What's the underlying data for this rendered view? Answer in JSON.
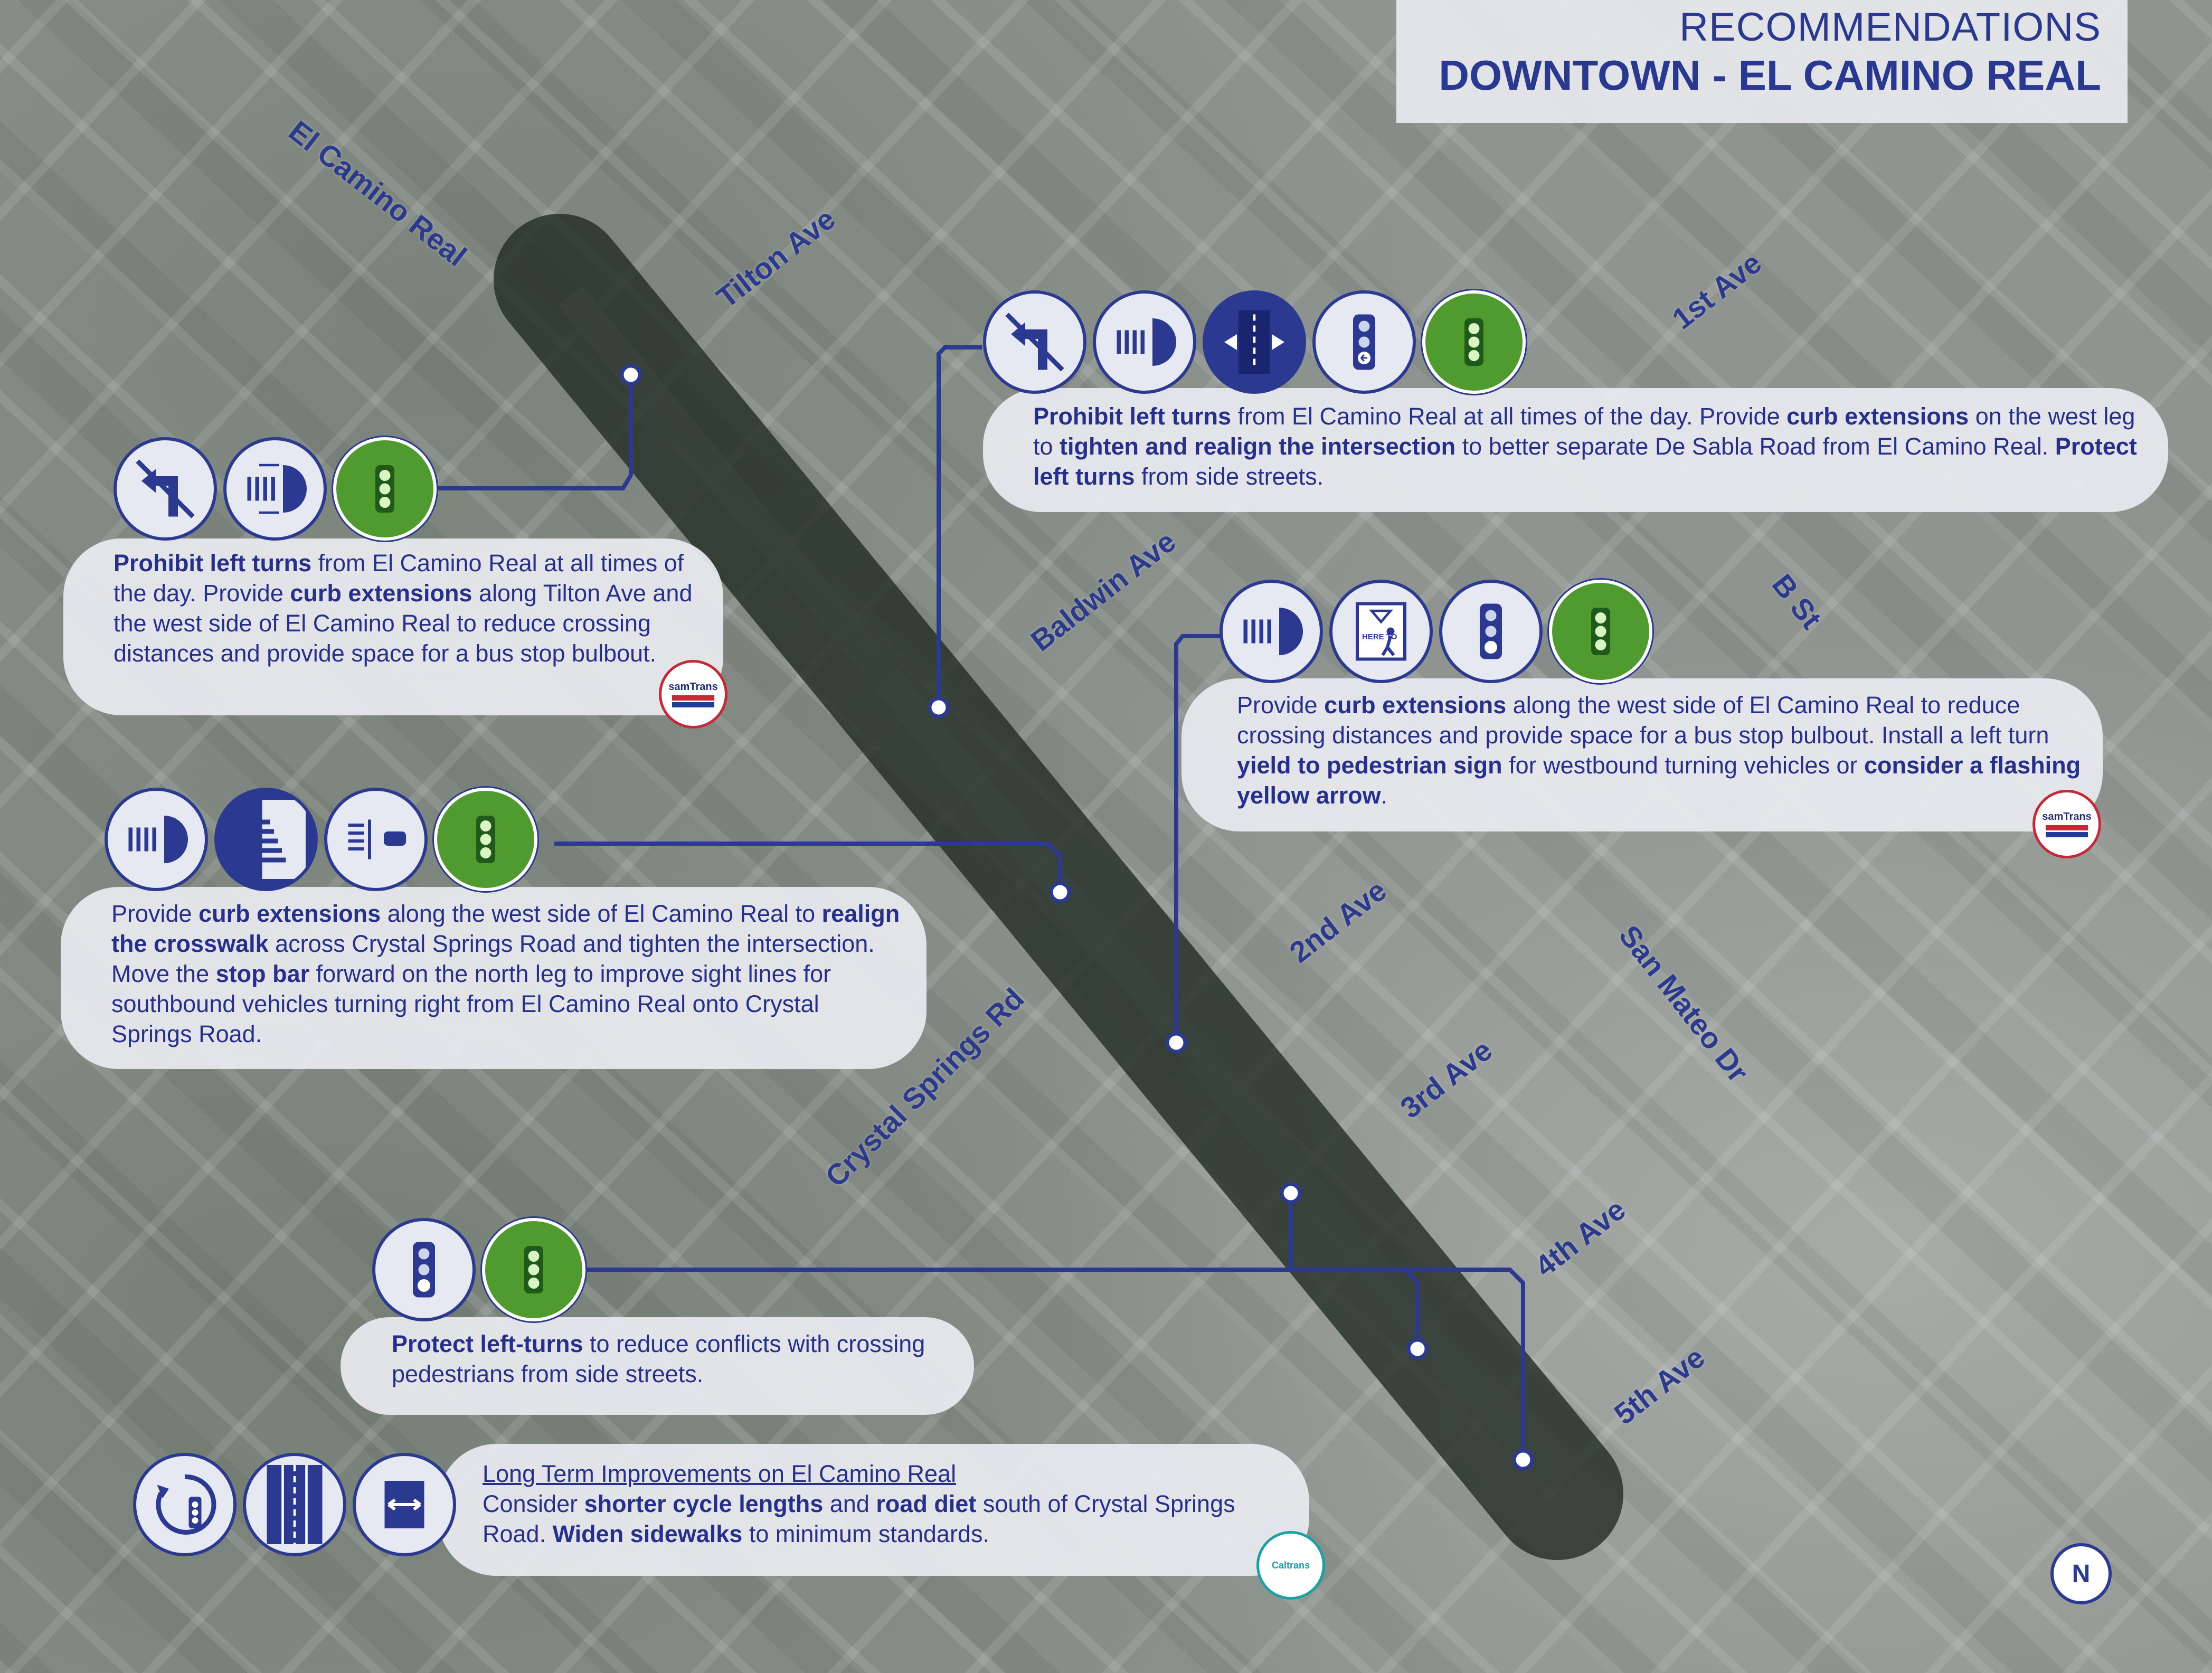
{
  "title": {
    "line1": "RECOMMENDATIONS",
    "line2": "DOWNTOWN - EL CAMINO REAL"
  },
  "streets": {
    "el_camino_real": "El Camino Real",
    "tilton_ave": "Tilton Ave",
    "first_ave": "1st Ave",
    "baldwin_ave": "Baldwin Ave",
    "b_st": "B St",
    "second_ave": "2nd Ave",
    "san_mateo_dr": "San Mateo Dr",
    "third_ave": "3rd Ave",
    "crystal_springs_rd": "Crystal Springs Rd",
    "fourth_ave": "4th Ave",
    "fifth_ave": "5th Ave"
  },
  "callouts": {
    "tilton": {
      "icons": [
        "no-left-turn-icon",
        "curb-extension-icon",
        "traffic-signal-icon"
      ],
      "t1": "Prohibit left turns",
      "t2": " from El Camino Real at all times of the day. Provide ",
      "t3": "curb extensions",
      "t4": " along Tilton Ave and the west side of El Camino Real to reduce crossing distances and provide space for a bus stop bulbout.",
      "badge": "samTrans"
    },
    "baldwin": {
      "icons": [
        "no-left-turn-icon",
        "curb-extension-icon",
        "realign-intersection-icon",
        "protected-left-signal-icon",
        "traffic-signal-icon"
      ],
      "t1": "Prohibit left turns",
      "t2": " from El Camino Real at all times of the day. Provide ",
      "t3": "curb extensions",
      "t4": " on the west leg to ",
      "t5": "tighten and realign the intersection",
      "t6": " to better separate De Sabla Road from El Camino Real. ",
      "t7": "Protect left turns",
      "t8": " from side streets."
    },
    "second": {
      "icons": [
        "curb-extension-icon",
        "yield-to-pedestrian-sign-icon",
        "protected-left-signal-icon",
        "traffic-signal-icon"
      ],
      "t1": "Provide ",
      "t2": "curb extensions",
      "t3": " along the west side of El Camino Real to reduce crossing distances and provide space for a bus stop bulbout.  Install a left turn ",
      "t4": "yield to pedestrian sign",
      "t5": " for westbound turning vehicles or ",
      "t6": "consider a flashing yellow arrow",
      "t7": ".",
      "badge": "samTrans",
      "sign_text": "HERE TO"
    },
    "crystal": {
      "icons": [
        "curb-extension-icon",
        "crosswalk-icon",
        "stop-bar-icon",
        "traffic-signal-icon"
      ],
      "t1": "Provide ",
      "t2": "curb extensions",
      "t3": " along the west side of El Camino Real to ",
      "t4": "realign the crosswalk",
      "t5": " across Crystal Springs Road and tighten the intersection. Move the ",
      "t6": "stop bar",
      "t7": " forward on the north leg to improve sight lines for southbound vehicles turning right from El Camino Real onto Crystal Springs Road."
    },
    "protect": {
      "icons": [
        "protected-left-signal-icon",
        "traffic-signal-icon"
      ],
      "t1": "Protect left-turns",
      "t2": " to reduce conflicts with crossing pedestrians from side streets."
    },
    "longterm": {
      "icons": [
        "signal-timer-icon",
        "road-diet-icon",
        "widen-sidewalk-icon"
      ],
      "heading": "Long Term Improvements on El Camino Real",
      "t1": "Consider ",
      "t2": "shorter cycle lengths",
      "t3": " and ",
      "t4": "road diet",
      "t5": " south of Crystal Springs Road. ",
      "t6": "Widen sidewalks",
      "t7": " to minimum standards.",
      "badge": "Caltrans"
    }
  },
  "north_arrow": "N",
  "colors": {
    "brand_blue": "#2b3a90",
    "signal_green": "#4f9b2f",
    "samtrans_red": "#c62836",
    "caltrans_teal": "#1aa0a6",
    "callout_bg": "#eaebf0"
  }
}
